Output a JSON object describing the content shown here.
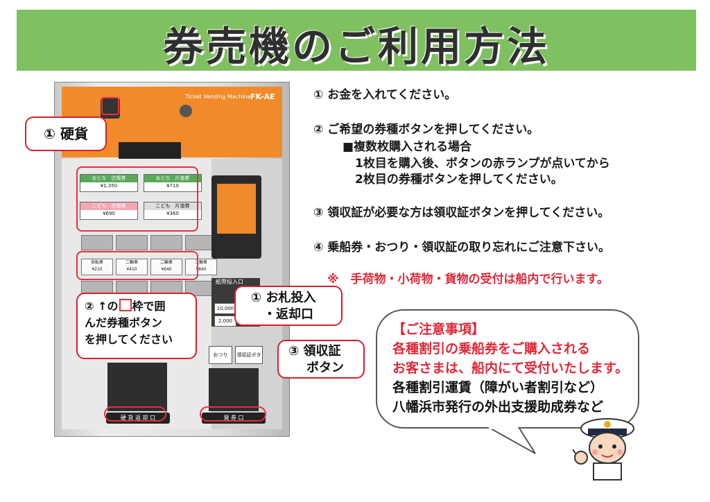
{
  "title": "券売機のご利用方法",
  "machine": {
    "brand": "Ticket Vending Machine",
    "model": "FK-AE",
    "buttons_row1": [
      {
        "title": "おとな　往復券",
        "price": "¥1,350"
      },
      {
        "title": "おとな　片道券",
        "price": "¥710"
      }
    ],
    "buttons_row2": [
      {
        "title": "こども　往復券",
        "price": "¥690"
      },
      {
        "title": "こども　片道券",
        "price": "¥360"
      }
    ],
    "buttons_row3": [
      {
        "title": "自転車",
        "price": "¥210"
      },
      {
        "title": "二輪車",
        "price": "¥410"
      },
      {
        "title": "二輪車",
        "price": "¥640"
      },
      {
        "title": "二輪車",
        "price": "¥840"
      }
    ],
    "bill_slot_label": "紙幣投入口",
    "bill_notes": [
      "10,000",
      "2,000"
    ],
    "change_button": "おつり",
    "receipt_button": "領収証ボタン",
    "coin_return": "硬 貨 返 却 口",
    "ticket_out": "発 券 口"
  },
  "callouts": {
    "coin": "① 硬貨",
    "bill_line1": "① お札投入",
    "bill_line2": "・返却口",
    "select_line1_a": "② ↑の",
    "select_line1_b": "枠で囲",
    "select_line2": "んだ券種ボタン",
    "select_line3": "を押してください",
    "receipt_line1": "③ 領収証",
    "receipt_line2": "ボタン"
  },
  "instructions": {
    "step1": "① お金を入れてください。",
    "step2": "② ご希望の券種ボタンを押してください。",
    "step2_sub1": "■複数枚購入される場合",
    "step2_sub2": "1枚目を購入後、ボタンの赤ランプが点いてから",
    "step2_sub3": "2枚目の券種ボタンを押してください。",
    "step3": "③ 領収証が必要な方は領収証ボタンを押してください。",
    "step4": "④ 乗船券・おつり・領収証の取り忘れにご注意下さい。",
    "note": "※　手荷物・小荷物・貨物の受付は船内で行います。"
  },
  "notice": {
    "heading": "【ご注意事項】",
    "line1": "各種割引の乗船券をご購入される",
    "line2": "お客さまは、船内にて受付いたします。",
    "line3": "各種割引運賃（障がい者割引など）",
    "line4": "八幡浜市発行の外出支援助成券など"
  },
  "colors": {
    "header_green": "#7fc060",
    "accent_red": "#e02838",
    "machine_orange": "#f08a2a"
  }
}
